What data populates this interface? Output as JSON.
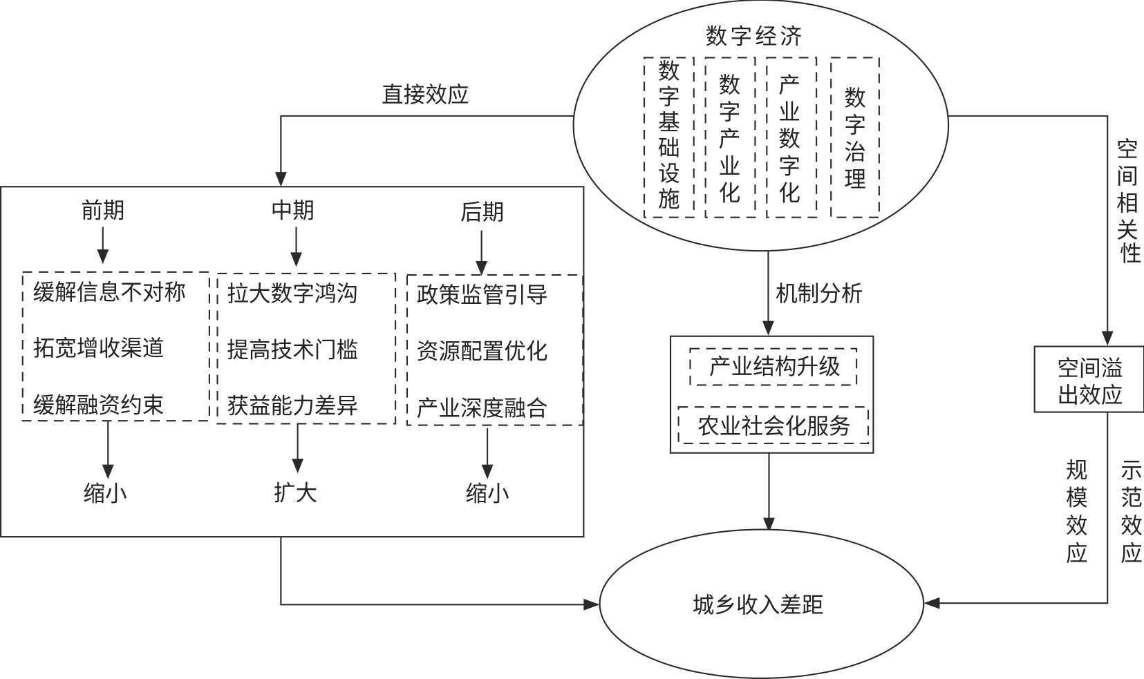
{
  "diagram": {
    "source_node": {
      "title": "数字经济",
      "components": [
        "数字基础设施",
        "数字产业化",
        "产业数字化",
        "数字治理"
      ]
    },
    "target_node": {
      "label": "城乡收入差距"
    },
    "edges": {
      "direct_effect": "直接效应",
      "mechanism_analysis": "机制分析",
      "spatial_correlation": "空间相关性",
      "scale_effect": "规模效应",
      "demonstration_effect": "示范效应"
    },
    "stages": [
      {
        "label": "前期",
        "factors": [
          "缓解信息不对称",
          "拓宽增收渠道",
          "缓解融资约束"
        ],
        "outcome": "缩小"
      },
      {
        "label": "中期",
        "factors": [
          "拉大数字鸿沟",
          "提高技术门槛",
          "获益能力差异"
        ],
        "outcome": "扩大"
      },
      {
        "label": "后期",
        "factors": [
          "政策监管引导",
          "资源配置优化",
          "产业深度融合"
        ],
        "outcome": "缩小"
      }
    ],
    "mechanisms": [
      "产业结构升级",
      "农业社会化服务"
    ],
    "spillover_node": {
      "line1": "空间溢",
      "line2": "出效应"
    }
  }
}
